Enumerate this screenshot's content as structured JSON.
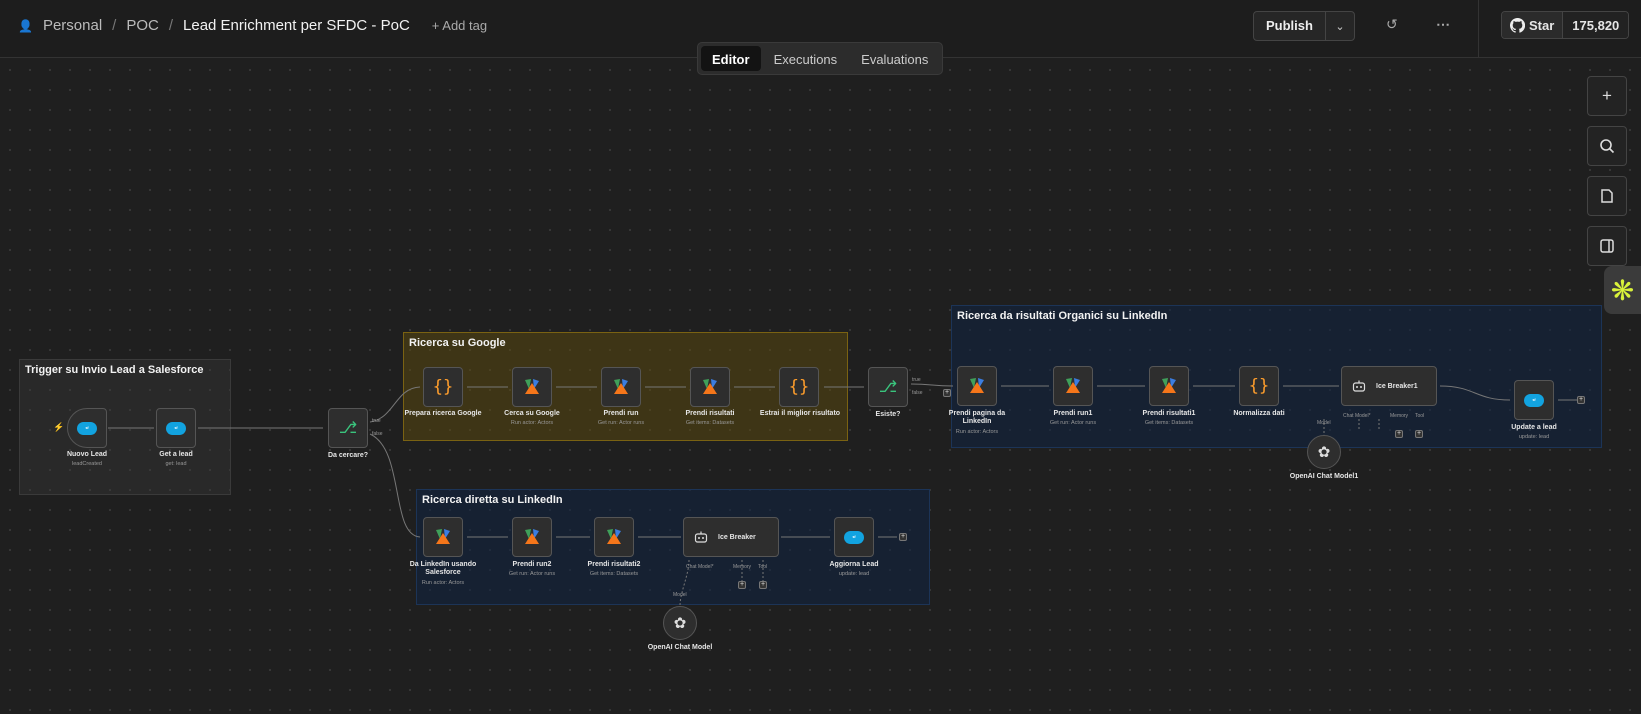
{
  "breadcrumb": {
    "workspace": "Personal",
    "folder": "POC",
    "workflow": "Lead Enrichment per SFDC - PoC",
    "add_tag": "+ Add tag"
  },
  "header": {
    "publish_label": "Publish",
    "github_star": "Star",
    "github_count": "175,820"
  },
  "tabs": [
    {
      "label": "Editor",
      "active": true
    },
    {
      "label": "Executions",
      "active": false
    },
    {
      "label": "Evaluations",
      "active": false
    }
  ],
  "stickies": {
    "trigger": "Trigger su Invio Lead a Salesforce",
    "google": "Ricerca su Google",
    "linkedin_direct": "Ricerca diretta su LinkedIn",
    "linkedin_organic": "Ricerca da risultati Organici su LinkedIn"
  },
  "nodes": {
    "nuovo_lead": {
      "label": "Nuovo Lead",
      "sub": "leadCreated"
    },
    "get_lead": {
      "label": "Get a lead",
      "sub": "get: lead"
    },
    "da_cercare": {
      "label": "Da cercare?",
      "true_label": "true",
      "false_label": "false"
    },
    "prepara": {
      "label": "Prepara ricerca Google"
    },
    "cerca_google": {
      "label": "Cerca su Google",
      "sub": "Run actor: Actors"
    },
    "prendi_run": {
      "label": "Prendi run",
      "sub": "Get run: Actor runs"
    },
    "prendi_risultati": {
      "label": "Prendi risultati",
      "sub": "Get items: Datasets"
    },
    "estrai": {
      "label": "Estrai il miglior risultato"
    },
    "esiste": {
      "label": "Esiste?",
      "true_label": "true",
      "false_label": "false"
    },
    "prendi_pagina": {
      "label": "Prendi pagina da LinkedIn",
      "sub": "Run actor: Actors"
    },
    "prendi_run1": {
      "label": "Prendi run1",
      "sub": "Get run: Actor runs"
    },
    "prendi_risultati1": {
      "label": "Prendi risultati1",
      "sub": "Get items: Datasets"
    },
    "normalizza": {
      "label": "Normalizza dati"
    },
    "ice_breaker1": {
      "label": "Ice Breaker1",
      "chat_model": "Chat Model*",
      "memory": "Memory",
      "tool": "Tool"
    },
    "update_lead": {
      "label": "Update a lead",
      "sub": "update: lead"
    },
    "openai1": {
      "label": "OpenAI Chat Model1",
      "model": "Model"
    },
    "da_linkedin": {
      "label": "Da LinkedIn usando Salesforce",
      "sub": "Run actor: Actors"
    },
    "prendi_run2": {
      "label": "Prendi run2",
      "sub": "Get run: Actor runs"
    },
    "prendi_risultati2": {
      "label": "Prendi risultati2",
      "sub": "Get items: Datasets"
    },
    "ice_breaker": {
      "label": "Ice Breaker",
      "chat_model": "Chat Model*",
      "memory": "Memory",
      "tool": "Tool"
    },
    "aggiorna": {
      "label": "Aggiorna Lead",
      "sub": "update: lead"
    },
    "openai": {
      "label": "OpenAI Chat Model",
      "model": "Model"
    }
  },
  "icons": {
    "apify": "apify-icon",
    "salesforce": "salesforce-icon",
    "code": "code-braces-icon",
    "if": "if-icon",
    "agent": "robot-icon",
    "openai": "openai-icon"
  }
}
